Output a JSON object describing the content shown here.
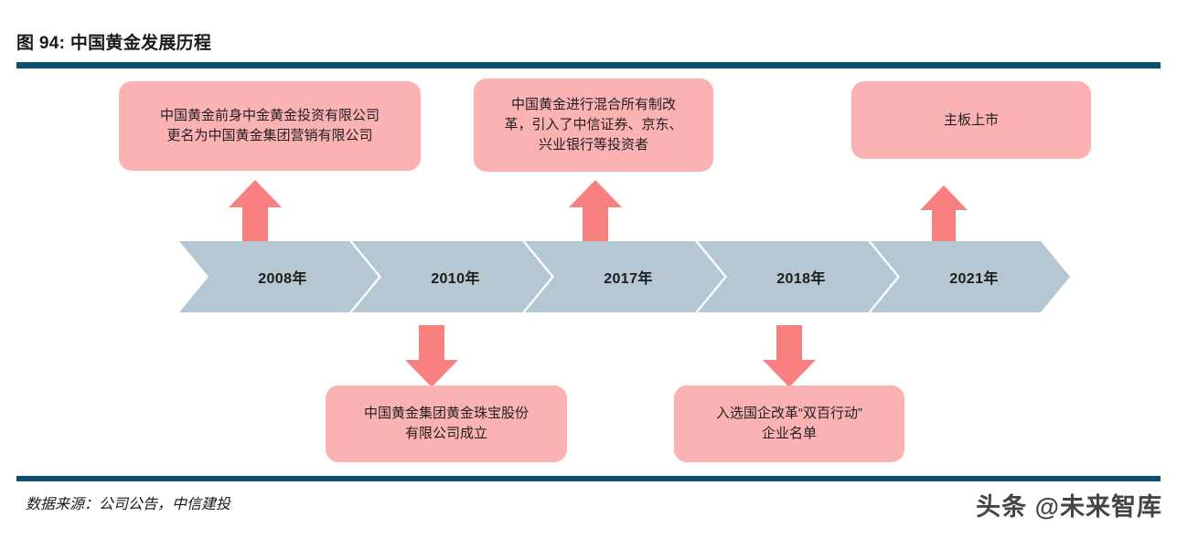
{
  "header": {
    "title": "图 94: 中国黄金发展历程",
    "rule_color": "#0d4f71"
  },
  "colors": {
    "callout_fill": "#FBB2B2",
    "arrow_fill": "#F8807F",
    "chevron_fill": "#B4C7D3",
    "rule": "#0d4f71",
    "text": "#231f20"
  },
  "chart_data": {
    "type": "timeline",
    "title": "中国黄金发展历程",
    "milestones": [
      {
        "year": "2008年",
        "position": "above",
        "event": "中国黄金前身中金黄金投资有限公司\n更名为中国黄金集团营销有限公司"
      },
      {
        "year": "2010年",
        "position": "below",
        "event": "中国黄金集团黄金珠宝股份\n有限公司成立"
      },
      {
        "year": "2017年",
        "position": "above",
        "event": "中国黄金进行混合所有制改\n革，引入了中信证券、京东、\n兴业银行等投资者"
      },
      {
        "year": "2018年",
        "position": "below",
        "event": "入选国企改革“双百行动”\n企业名单"
      },
      {
        "year": "2021年",
        "position": "above",
        "event": "主板上市"
      }
    ]
  },
  "timeline": {
    "chevrons": [
      {
        "label": "2008年"
      },
      {
        "label": "2010年"
      },
      {
        "label": "2017年"
      },
      {
        "label": "2018年"
      },
      {
        "label": "2021年"
      }
    ]
  },
  "callouts": {
    "top_left": "中国黄金前身中金黄金投资有限公司\n更名为中国黄金集团营销有限公司",
    "top_middle": "中国黄金进行混合所有制改\n革，引入了中信证券、京东、\n兴业银行等投资者",
    "top_right": "主板上市",
    "bottom_left": "中国黄金集团黄金珠宝股份\n有限公司成立",
    "bottom_right": "入选国企改革“双百行动”\n企业名单"
  },
  "footer": {
    "source": "数据来源：公司公告，中信建投",
    "watermark": "头条 @未来智库"
  }
}
